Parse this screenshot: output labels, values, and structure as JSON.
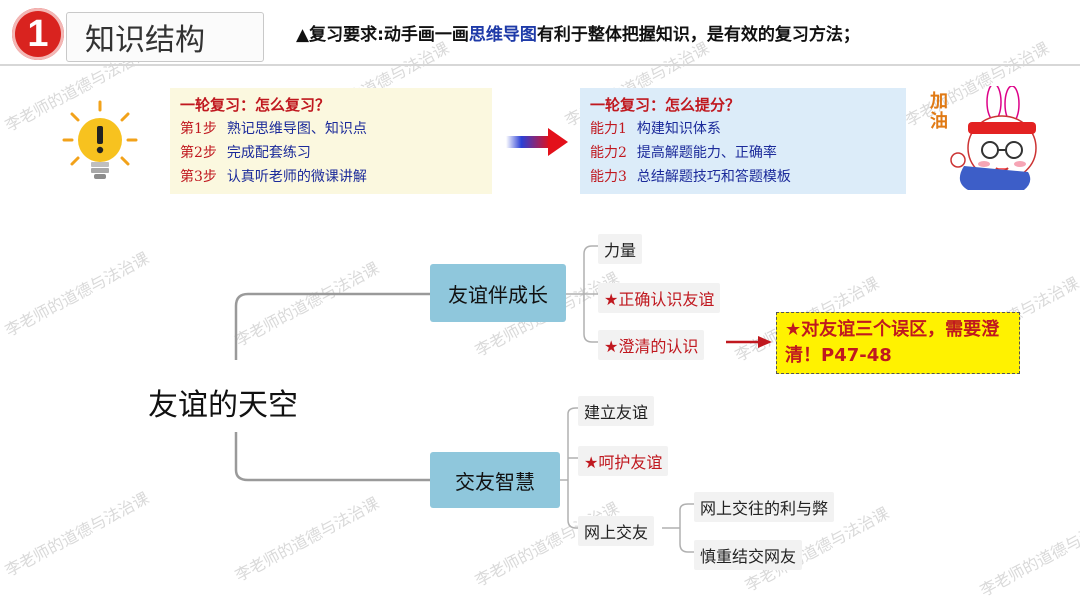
{
  "header": {
    "badge_number": "1",
    "title": "知识结构",
    "requirement_prefix": "▲复习要求:动手画一画",
    "requirement_highlight": "思维导图",
    "requirement_suffix": "有利于整体把握知识，是有效的复习方法；"
  },
  "review_panel": {
    "heading": "一轮复习：怎么复习？",
    "steps": [
      {
        "step": "第1步",
        "text": "熟记思维导图、知识点"
      },
      {
        "step": "第2步",
        "text": "完成配套练习"
      },
      {
        "step": "第3步",
        "text": "认真听老师的微课讲解"
      }
    ]
  },
  "score_panel": {
    "heading": "一轮复习：怎么提分？",
    "abilities": [
      {
        "label": "能力1",
        "text": "构建知识体系"
      },
      {
        "label": "能力2",
        "text": "提高解题能力、正确率"
      },
      {
        "label": "能力3",
        "text": "总结解题技巧和答题模板"
      }
    ]
  },
  "mascot": {
    "cheer_text": "加油"
  },
  "mindmap": {
    "root": "友谊的天空",
    "branch_1": {
      "label": "友谊伴成长",
      "leaves": [
        "力量",
        "★正确认识友谊",
        "★澄清的认识"
      ]
    },
    "branch_2": {
      "label": "交友智慧",
      "leaves": [
        "建立友谊",
        "★呵护友谊",
        "网上交友"
      ],
      "sub_leaves": [
        "网上交往的利与弊",
        "慎重结交网友"
      ]
    },
    "callout": "★对友谊三个误区，需要澄清！P47-48"
  },
  "watermark_text": "李老师的道德与法治课",
  "colors": {
    "accent_red": "#c0181f",
    "node_blue": "#8fc7dc",
    "panel_yellow": "#fbf8df",
    "panel_blue": "#dcecf9",
    "callout_yellow": "#fff200"
  }
}
